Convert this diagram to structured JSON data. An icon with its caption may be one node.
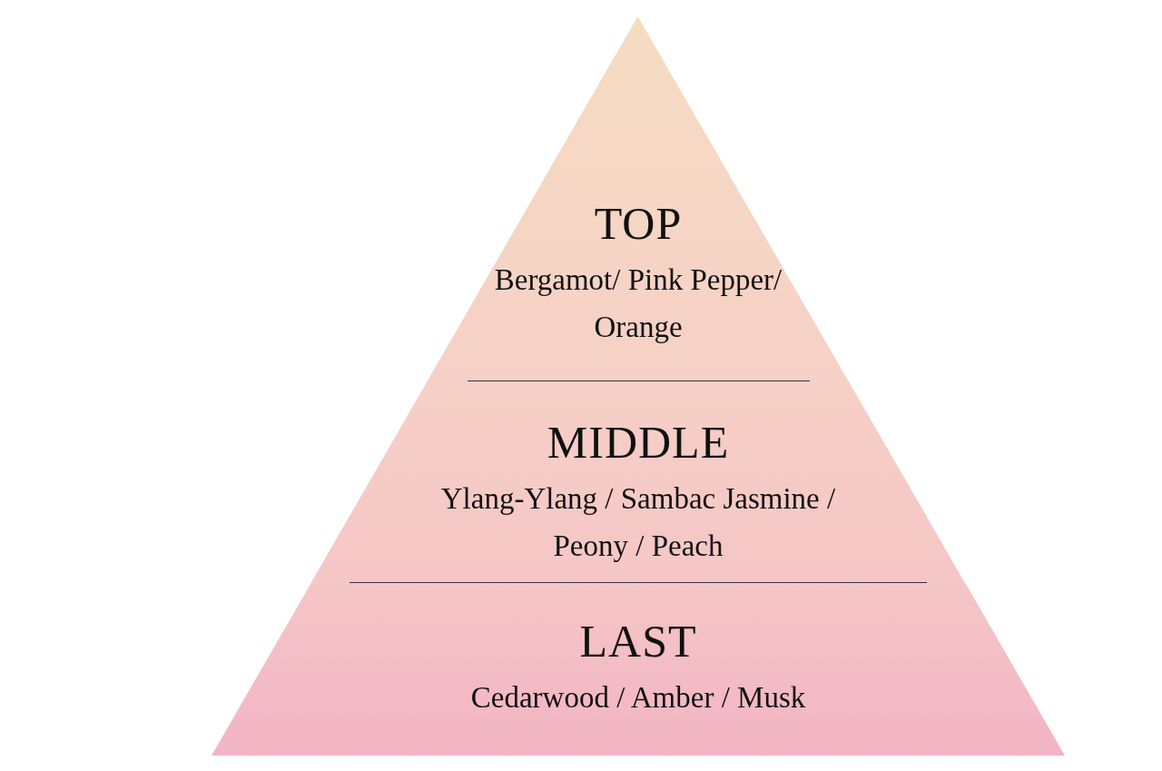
{
  "diagram": {
    "nodes": [
      {
        "text": [
          "TOP",
          "Bergamot/ Pink Pepper/ Orange"
        ]
      },
      {
        "text": [
          "MIDDLE",
          "Ylang-Ylang / Sambac Jasmine / Peony / Peach"
        ]
      },
      {
        "text": [
          "LAST",
          "Cedarwood / Amber / Musk"
        ]
      }
    ],
    "edges": []
  }
}
